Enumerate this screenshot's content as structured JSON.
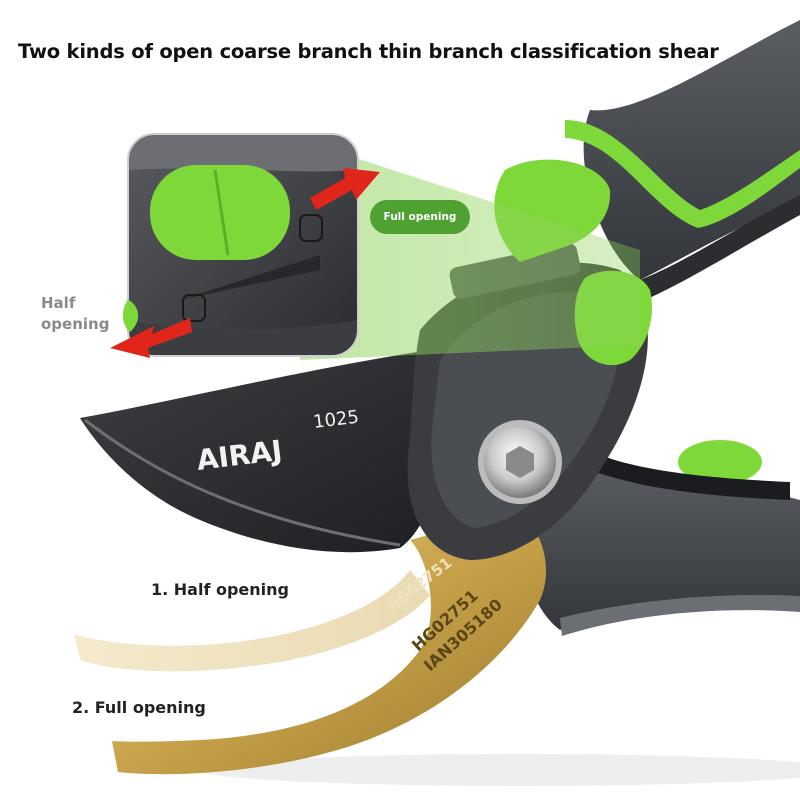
{
  "headline": "Two kinds of open coarse branch thin branch classification shear",
  "callouts": {
    "full_opening_tag": "Full opening",
    "half_opening_side": [
      "Half",
      "opening"
    ]
  },
  "steps": [
    {
      "label": "1. Half opening"
    },
    {
      "label": "2. Full opening"
    }
  ],
  "blade": {
    "brand": "AIRAJ",
    "model": "1025",
    "engraving_ghost": "HG02751",
    "engraving_line1": "HG02751",
    "engraving_line2": "IAN305180"
  },
  "colors": {
    "accent_green": "#7fd83a",
    "arrow_red": "#e0261b",
    "blade_dark": "#2f3033",
    "blade_gold": "#c8a24a",
    "handle_grey": "#4b4e53"
  }
}
